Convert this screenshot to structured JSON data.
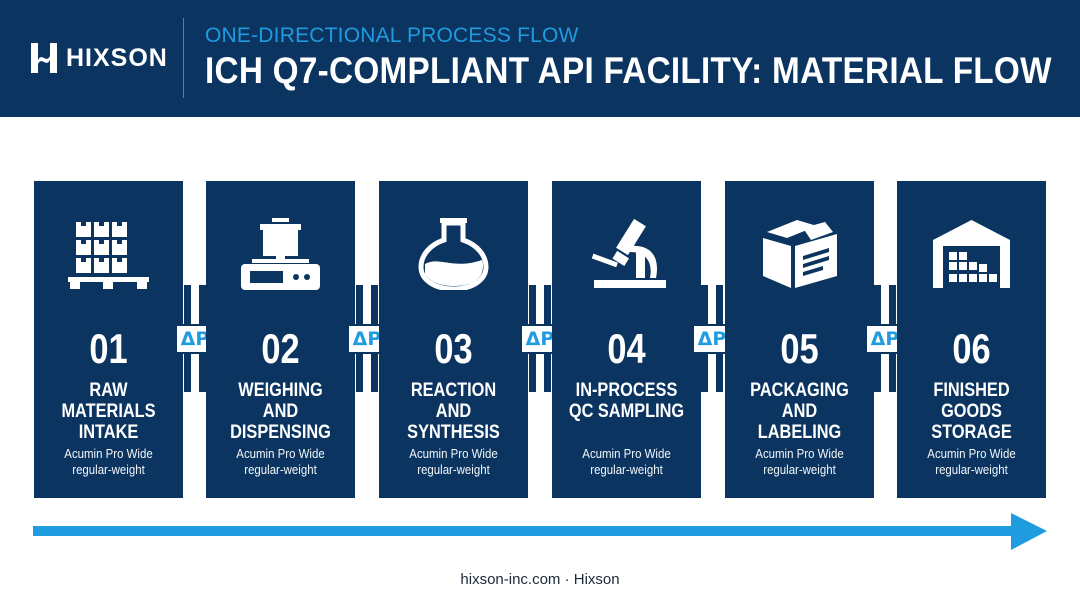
{
  "header": {
    "brand": "HIXSON",
    "subtitle": "ONE-DIRECTIONAL PROCESS FLOW",
    "title": "ICH Q7-COMPLIANT API FACILITY: MATERIAL FLOW"
  },
  "connector_label": "ΔP",
  "steps": [
    {
      "number": "01",
      "label": "RAW\nMATERIALS\nINTAKE",
      "note": "Acumin Pro Wide\nregular-weight",
      "icon": "pallet-boxes-icon"
    },
    {
      "number": "02",
      "label": "WEIGHING AND\nDISPENSING",
      "note": "Acumin Pro Wide\nregular-weight",
      "icon": "scale-icon"
    },
    {
      "number": "03",
      "label": "REACTION\nAND SYNTHESIS",
      "note": "Acumin Pro Wide\nregular-weight",
      "icon": "flask-icon"
    },
    {
      "number": "04",
      "label": "IN-PROCESS\nQC SAMPLING",
      "note": "Acumin Pro Wide\nregular-weight",
      "icon": "microscope-icon"
    },
    {
      "number": "05",
      "label": "PACKAGING\nAND LABELING",
      "note": "Acumin Pro Wide\nregular-weight",
      "icon": "package-icon"
    },
    {
      "number": "06",
      "label": "FINISHED\nGOODS\nSTORAGE",
      "note": "Acumin Pro Wide\nregular-weight",
      "icon": "warehouse-icon"
    }
  ],
  "footer": "hixson-inc.com · Hixson",
  "colors": {
    "navy": "#0b3560",
    "accent": "#1f9be0",
    "background": "#ffffff"
  }
}
